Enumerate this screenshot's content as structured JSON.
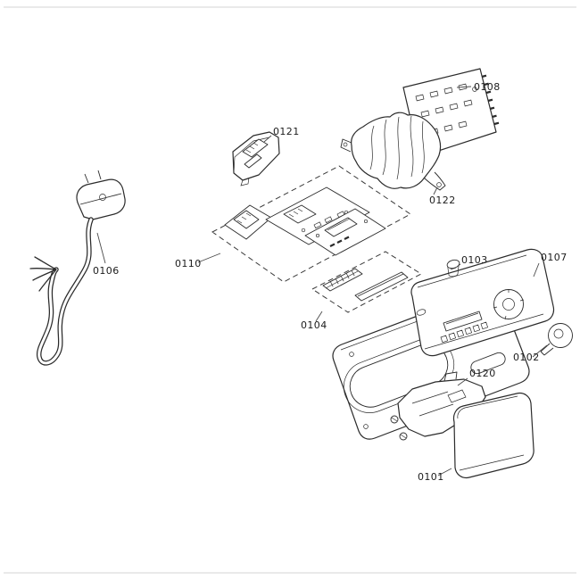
{
  "diagram": {
    "background_color": "#ffffff",
    "line_color": "#2b2b2b",
    "label_color": "#1c1c1c",
    "labels": {
      "p0101": "0101",
      "p0102": "0102",
      "p0103": "0103",
      "p0104": "0104",
      "p0106": "0106",
      "p0107": "0107",
      "p0108": "0108",
      "p0110": "0110",
      "p0120": "0120",
      "p0121": "0121",
      "p0122": "0122"
    }
  }
}
